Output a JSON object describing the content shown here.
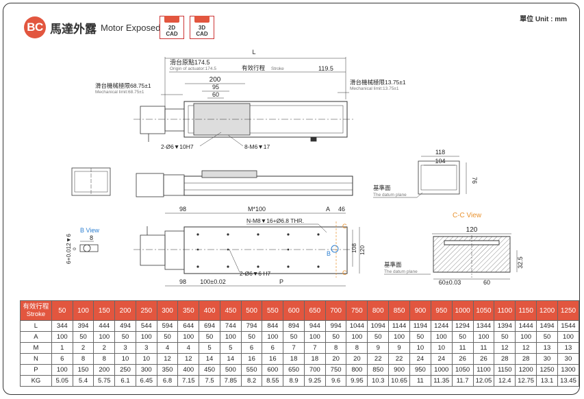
{
  "header": {
    "badge": "BC",
    "title_cn": "馬達外露",
    "title_en": "Motor Exposed",
    "cad_2d": [
      "2D",
      "CAD"
    ],
    "cad_3d": [
      "3D",
      "CAD"
    ],
    "unit": "單位 Unit : mm"
  },
  "colors": {
    "accent": "#e2563f",
    "highlight": "#e8902b",
    "bview": "#2d7fd1"
  },
  "drawing": {
    "label_L": "L",
    "origin_cn": "滑台原點174.5",
    "origin_en": "Origin of actuator:174.5",
    "stroke_cn": "有效行程",
    "stroke_en": "Stroke",
    "dim_1195": "119.5",
    "mech_left_cn": "滑台機械極限68.75±1",
    "mech_left_en": "Mechanical limit:68.75±1",
    "mech_right_cn": "滑台機械極限13.75±1",
    "mech_right_en": "Mechanical limit:13.75±1",
    "dim_200": "200",
    "dim_95": "95",
    "dim_60": "60",
    "hole_2": "2-Ø6▼10H7",
    "hole_8": "8-M6▼17",
    "dim_118": "118",
    "dim_104": "104",
    "dim_76": "76",
    "datum_cn_1": "基準面",
    "datum_en_1": "The datum plane",
    "dim_98": "98",
    "m100": "M*100",
    "label_A": "A",
    "dim_46": "46",
    "holes_n": "N-M8▼16+Ø6.8 THR.",
    "label_C1": "C",
    "label_C2": "C",
    "dim_108": "108",
    "dim_120v": "120",
    "label_B": "B",
    "dim_98b": "98",
    "dim_100tol": "100±0.02",
    "hole_2b": "2-Ø6▼6 H7",
    "label_P": "P",
    "bview": "B View",
    "dim_8": "8",
    "dim_6tol": "6+0.012▼6",
    "dim_6tol_0": "0",
    "ccview": "C-C View",
    "dim_120": "120",
    "dim_325": "32.5",
    "datum_cn_2": "基準面",
    "datum_en_2": "The datum plane",
    "dim_60tol": "60±0.03",
    "dim_60b": "60"
  },
  "table": {
    "header_label": [
      "有效行程",
      "Stroke"
    ],
    "strokes": [
      "50",
      "100",
      "150",
      "200",
      "250",
      "300",
      "350",
      "400",
      "450",
      "500",
      "550",
      "600",
      "650",
      "700",
      "750",
      "800",
      "850",
      "900",
      "950",
      "1000",
      "1050",
      "1100",
      "1150",
      "1200",
      "1250"
    ],
    "rows": [
      {
        "label": "L",
        "values": [
          "344",
          "394",
          "444",
          "494",
          "544",
          "594",
          "644",
          "694",
          "744",
          "794",
          "844",
          "894",
          "944",
          "994",
          "1044",
          "1094",
          "1144",
          "1194",
          "1244",
          "1294",
          "1344",
          "1394",
          "1444",
          "1494",
          "1544"
        ]
      },
      {
        "label": "A",
        "values": [
          "100",
          "50",
          "100",
          "50",
          "100",
          "50",
          "100",
          "50",
          "100",
          "50",
          "100",
          "50",
          "100",
          "50",
          "100",
          "50",
          "100",
          "50",
          "100",
          "50",
          "100",
          "50",
          "100",
          "50",
          "100"
        ]
      },
      {
        "label": "M",
        "values": [
          "1",
          "2",
          "2",
          "3",
          "3",
          "4",
          "4",
          "5",
          "5",
          "6",
          "6",
          "7",
          "7",
          "8",
          "8",
          "9",
          "9",
          "10",
          "10",
          "11",
          "11",
          "12",
          "12",
          "13",
          "13"
        ]
      },
      {
        "label": "N",
        "values": [
          "6",
          "8",
          "8",
          "10",
          "10",
          "12",
          "12",
          "14",
          "14",
          "16",
          "16",
          "18",
          "18",
          "20",
          "20",
          "22",
          "22",
          "24",
          "24",
          "26",
          "26",
          "28",
          "28",
          "30",
          "30"
        ]
      },
      {
        "label": "P",
        "values": [
          "100",
          "150",
          "200",
          "250",
          "300",
          "350",
          "400",
          "450",
          "500",
          "550",
          "600",
          "650",
          "700",
          "750",
          "800",
          "850",
          "900",
          "950",
          "1000",
          "1050",
          "1100",
          "1150",
          "1200",
          "1250",
          "1300"
        ]
      },
      {
        "label": "KG",
        "values": [
          "5.05",
          "5.4",
          "5.75",
          "6.1",
          "6.45",
          "6.8",
          "7.15",
          "7.5",
          "7.85",
          "8.2",
          "8.55",
          "8.9",
          "9.25",
          "9.6",
          "9.95",
          "10.3",
          "10.65",
          "11",
          "11.35",
          "11.7",
          "12.05",
          "12.4",
          "12.75",
          "13.1",
          "13.45"
        ]
      }
    ]
  }
}
